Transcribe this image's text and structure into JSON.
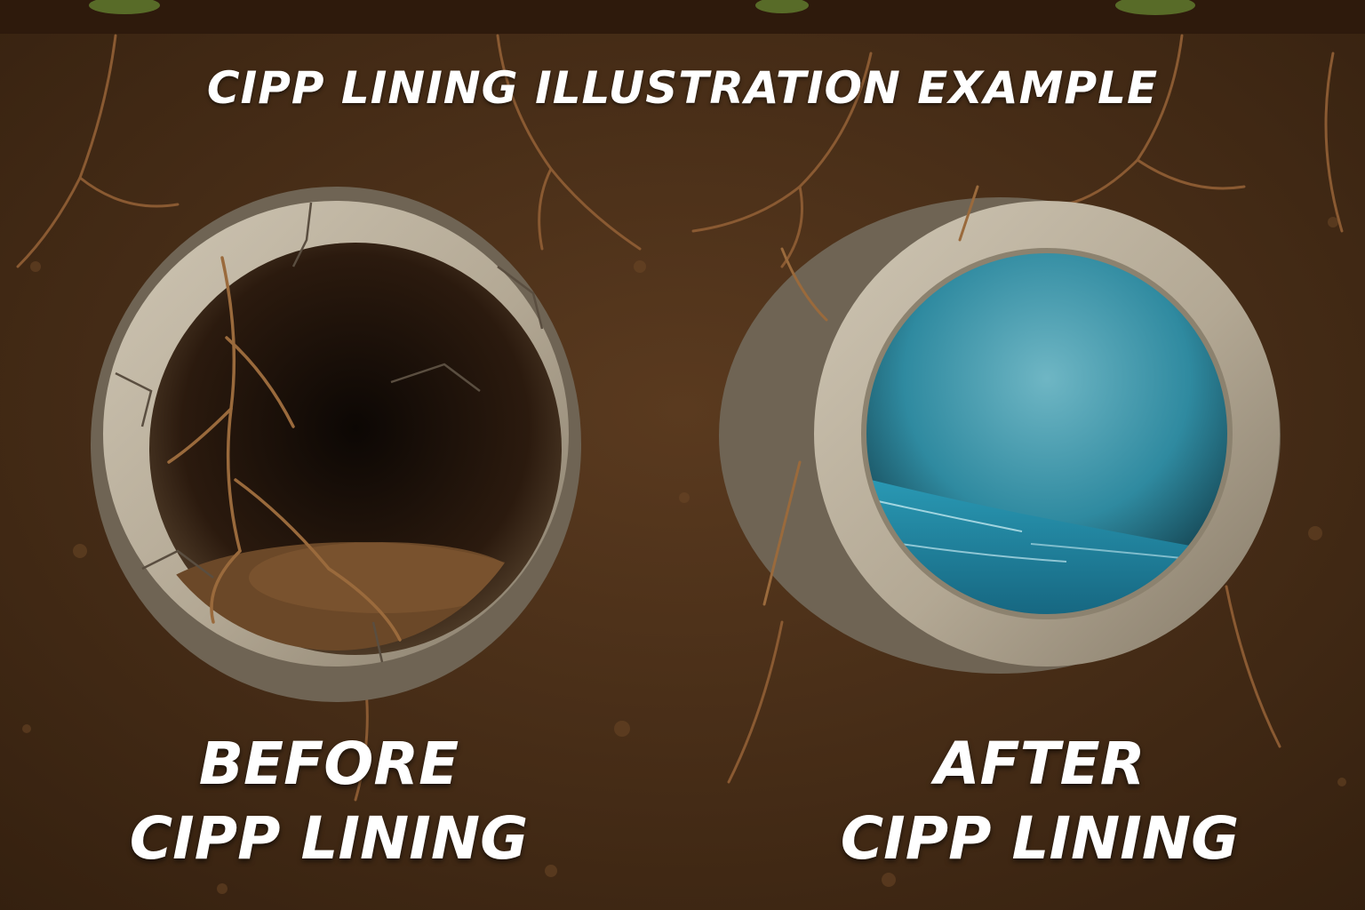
{
  "title": "CIPP LINING ILLUSTRATION EXAMPLE",
  "before": {
    "line1": "BEFORE",
    "line2": "CIPP LINING"
  },
  "after": {
    "line1": "AFTER",
    "line2": "CIPP LINING"
  },
  "colors": {
    "soil": "#4a2e18",
    "soil_dark": "#2e1a0c",
    "concrete": "#b5aa98",
    "root": "#8a5a32",
    "liner": "#2f8aa0",
    "water": "#1f7a98",
    "grass": "#5f7a2e"
  }
}
